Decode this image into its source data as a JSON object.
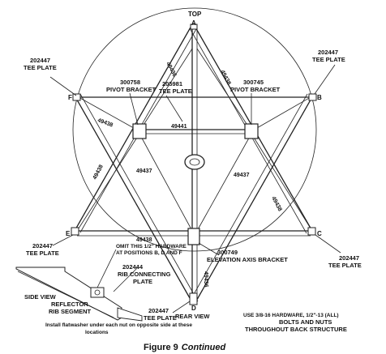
{
  "corners": {
    "top_label": "TOP",
    "a": "A",
    "b": "B",
    "c": "C",
    "d": "D",
    "e": "E",
    "f": "F"
  },
  "parts": {
    "tee_plate_upper_left": [
      "202447",
      "TEE PLATE"
    ],
    "tee_plate_upper_right": [
      "202447",
      "TEE PLATE"
    ],
    "tee_plate_lower_left": [
      "202447",
      "TEE PLATE"
    ],
    "tee_plate_lower_right": [
      "202447",
      "TEE PLATE"
    ],
    "pivot_left": [
      "300758",
      "PIVOT BRACKET"
    ],
    "tee_center": [
      "205981",
      "TEE PLATE"
    ],
    "pivot_right": [
      "300745",
      "PIVOT BRACKET"
    ],
    "elevation": [
      "300749",
      "ELEVATION AXIS BRACKET"
    ],
    "rib_plate": [
      "202444",
      "RIB CONNECTING",
      "PLATE"
    ],
    "tee_bottom": [
      "202447",
      "TEE PLATE"
    ]
  },
  "dims": [
    "49436",
    "49438",
    "49438",
    "49441",
    "49437",
    "49437",
    "49438",
    "49438",
    "49438",
    "49436"
  ],
  "notes": {
    "omit": [
      "OMIT THIS 1/2\" HARDWARE",
      "AT POSITIONS B, D AND F"
    ],
    "side_view": "SIDE VIEW",
    "reflector": [
      "REFLECTOR",
      "RIB SEGMENT"
    ],
    "flatwasher": [
      "Install flatwasher under each nut on opposite side at these",
      "locations"
    ],
    "rear_view": "REAR VIEW",
    "hardware": "USE 3/8-16 HARDWARE, 1/2\"-13 (ALL)",
    "bolts": [
      "BOLTS AND NUTS",
      "THROUGHOUT BACK STRUCTURE"
    ]
  },
  "caption": {
    "figure": "Figure 9",
    "continued": "Continued"
  }
}
